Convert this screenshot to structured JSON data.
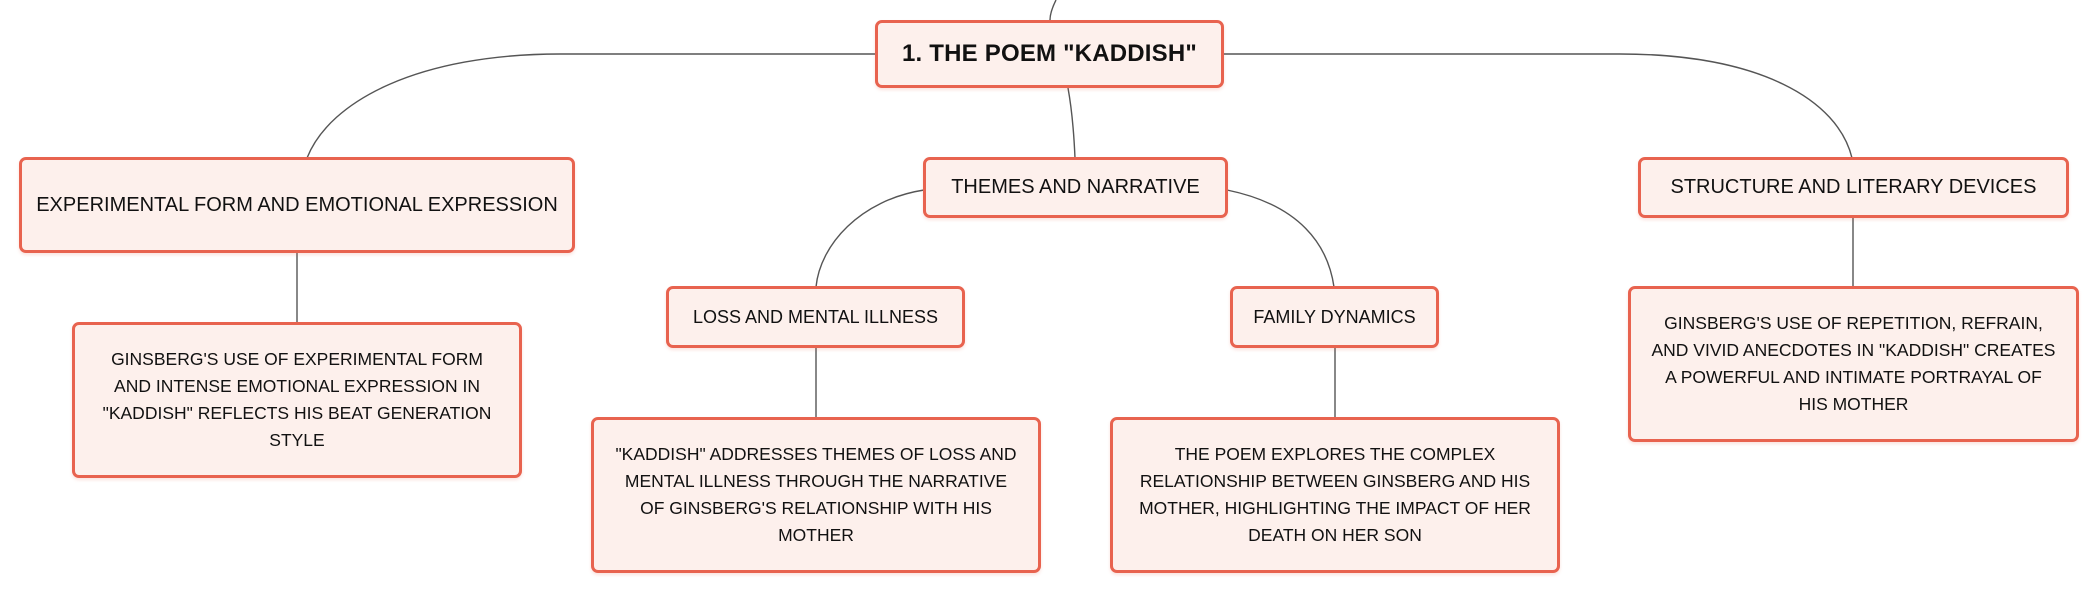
{
  "root": {
    "label": "1. THE POEM \"KADDISH\""
  },
  "topics": [
    {
      "label": "EXPERIMENTAL FORM AND EMOTIONAL EXPRESSION",
      "detail": "GINSBERG'S USE OF EXPERIMENTAL FORM AND INTENSE EMOTIONAL EXPRESSION IN \"KADDISH\" REFLECTS HIS BEAT GENERATION STYLE"
    },
    {
      "label": "THEMES AND NARRATIVE",
      "subtopics": [
        {
          "label": "LOSS AND MENTAL ILLNESS",
          "detail": "\"KADDISH\" ADDRESSES THEMES OF LOSS AND MENTAL ILLNESS THROUGH THE NARRATIVE OF GINSBERG'S RELATIONSHIP WITH HIS MOTHER"
        },
        {
          "label": "FAMILY DYNAMICS",
          "detail": "THE POEM EXPLORES THE COMPLEX RELATIONSHIP BETWEEN GINSBERG AND HIS MOTHER, HIGHLIGHTING THE IMPACT OF HER DEATH ON HER SON"
        }
      ]
    },
    {
      "label": "STRUCTURE AND LITERARY DEVICES",
      "detail": "GINSBERG'S USE OF REPETITION, REFRAIN, AND VIVID ANECDOTES IN \"KADDISH\" CREATES A POWERFUL AND INTIMATE PORTRAYAL OF HIS MOTHER"
    }
  ],
  "colors": {
    "node_fill": "#fdf0ec",
    "node_border": "#e8634f",
    "connector": "#555555"
  }
}
